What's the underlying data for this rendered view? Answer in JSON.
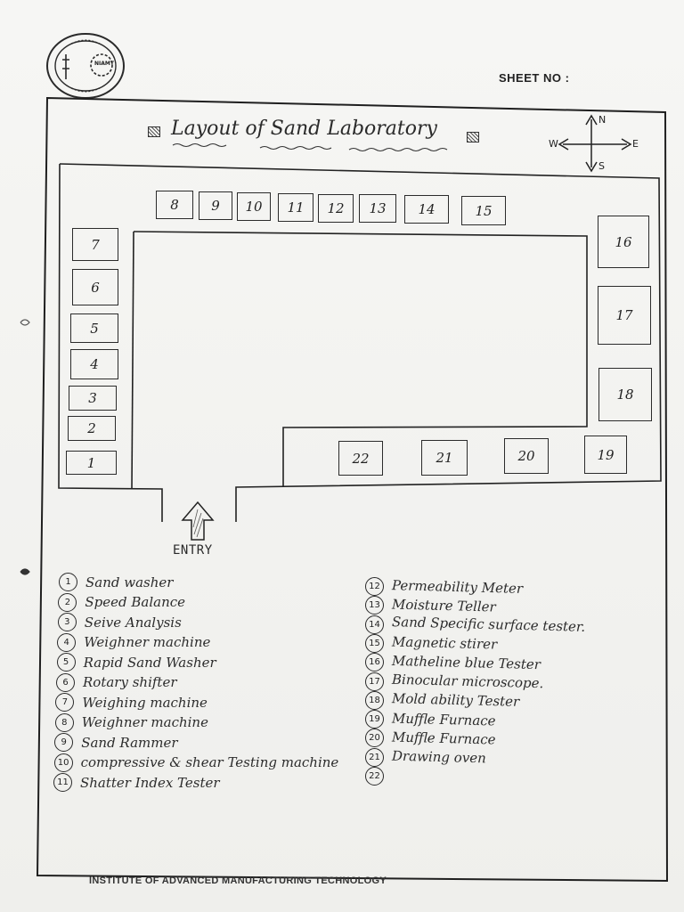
{
  "header": {
    "seal_text": "NIAMT",
    "sheet_no_label": "SHEET NO :"
  },
  "title": "Layout of Sand Laboratory",
  "compass": {
    "north": "N",
    "south": "S",
    "east": "E",
    "west": "W"
  },
  "entry_label": "ENTRY",
  "stations": {
    "s1": "1",
    "s2": "2",
    "s3": "3",
    "s4": "4",
    "s5": "5",
    "s6": "6",
    "s7": "7",
    "s8": "8",
    "s9": "9",
    "s10": "10",
    "s11": "11",
    "s12": "12",
    "s13": "13",
    "s14": "14",
    "s15": "15",
    "s16": "16",
    "s17": "17",
    "s18": "18",
    "s19": "19",
    "s20": "20",
    "s21": "21",
    "s22": "22"
  },
  "legend_left": [
    {
      "num": "1",
      "label": "Sand washer"
    },
    {
      "num": "2",
      "label": "Speed Balance"
    },
    {
      "num": "3",
      "label": "Seive Analysis"
    },
    {
      "num": "4",
      "label": "Weighner machine"
    },
    {
      "num": "5",
      "label": "Rapid Sand Washer"
    },
    {
      "num": "6",
      "label": "Rotary shifter"
    },
    {
      "num": "7",
      "label": "Weighing machine"
    },
    {
      "num": "8",
      "label": "Weighner machine"
    },
    {
      "num": "9",
      "label": "Sand Rammer"
    },
    {
      "num": "10",
      "label": "compressive & shear Testing machine"
    },
    {
      "num": "11",
      "label": "Shatter Index Tester"
    }
  ],
  "legend_right": [
    {
      "num": "12",
      "label": "Permeability Meter"
    },
    {
      "num": "13",
      "label": "Moisture Teller"
    },
    {
      "num": "14",
      "label": "Sand Specific surface tester."
    },
    {
      "num": "15",
      "label": "Magnetic stirer"
    },
    {
      "num": "16",
      "label": "Matheline blue Tester"
    },
    {
      "num": "17",
      "label": "Binocular microscope."
    },
    {
      "num": "18",
      "label": "Mold ability Tester"
    },
    {
      "num": "19",
      "label": "Muffle Furnace"
    },
    {
      "num": "20",
      "label": "Muffle Furnace"
    },
    {
      "num": "21",
      "label": "Drawing oven"
    },
    {
      "num": "22",
      "label": ""
    }
  ],
  "footer": "INSTITUTE OF ADVANCED MANUFACTURING TECHNOLOGY"
}
